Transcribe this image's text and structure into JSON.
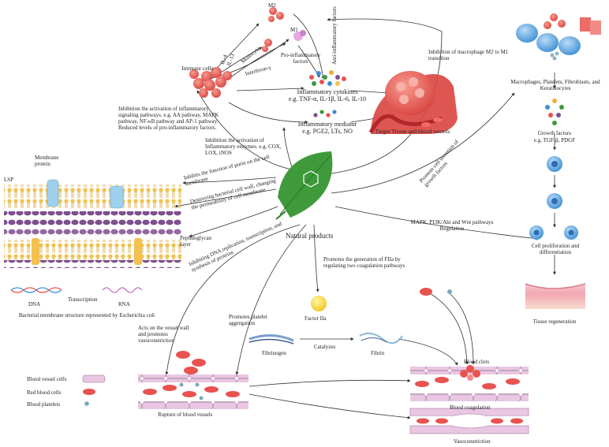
{
  "labels": {
    "m2": "M2",
    "m1": "M1",
    "il4": "IL-4",
    "il13": "IL-13",
    "monocyte": "Monocyte",
    "interferon": "Interferon-γ",
    "pro_inflammatory_factors": "Pro-inflammatory factors",
    "anti_inflammatory_factors": "Anti-inflammatory factors",
    "immune_cells": "Immune cells",
    "inflammatory_cytokines": "Inflammatory cytokines",
    "cytokines_eg": "e.g. TNF-α, IL-1β, IL-6, IL-10",
    "inflammatory_mediator": "Inflammatory mediator",
    "mediator_eg": "e.g. PGE2, LTs, NO",
    "target_tissue": "Target Tissue and blood vessels",
    "inhibition_m2_m1": "Inhibition of macrophage M2 to M1 transition",
    "inhibition_signaling": "Inhibition the activation of inflammatory signaling pathways. e.g. AA pathway, MAPK pathway, NF-κB pathway and AP-1 pathway. Reduced levels of pro-inflammatory factors.",
    "inhibition_enzymes": "Inhibition the activation of Inflammatory enzymes. e.g. COX, LOX, iNOS",
    "macrophages_list": "Macrophages, Platelets, Fibroblasts, and Keratinocytes",
    "growth_factors": "Growth factors",
    "growth_eg": "e.g. TGF-β, PDGF",
    "promote_secretion": "Promote cell secretion of growth factors",
    "mapk_regulation": "MAPK, PI3K/Akt and Wnt pathways Regulation",
    "cell_proliferation": "Cell proliferation and differentiation",
    "tissue_regeneration": "Tissue regeneration",
    "lsp": "LSP",
    "membrane_protein": "Membrane protein",
    "inhibits_porin": "Inhibits the function of porin on the cell membrane",
    "destroying_wall": "Destroying bacterial cell wall, changing the permeability of cell membrane",
    "peptidoglycan": "Peptidoglycan layer",
    "inhibiting_dna": "Inhibiting DNA replication, transcription, and synthesis of proteins",
    "natural_products": "Natural products",
    "dna": "DNA",
    "transcription": "Transcription",
    "rna": "RNA",
    "bacterial_caption": "Bacterial membrane structure represented by Escherichia coli",
    "promotes_fiia": "Promotes the generation of FIIa by regulating two coagulation pathways",
    "factor_iia": "Factor IIa",
    "promotes_platelet": "Promotes platelet aggregation",
    "acts_vessel": "Acts on the vessel wall and promotes vasoconstriction",
    "catalyzes": "Catalyzes",
    "fibrinogen": "Fibrinogen",
    "fibrin": "Fibrin",
    "blood_clots": "Blood clots",
    "blood_coagulation": "Blood coagulation",
    "rupture": "Rupture of blood vessels",
    "vasoconstriction": "Vasoconstriction",
    "legend_vessel": "Blood vessel cells",
    "legend_rbc": "Red blood cells",
    "legend_platelets": "Blood platelets"
  },
  "colors": {
    "cell_red": "#e8524f",
    "vessel_pink": "#e9c7e3",
    "membrane_purple": "#7e4f8f",
    "lipid_yellow": "#f2c14e",
    "leaf_green": "#3e9a3a",
    "stem_blue": "#3d8fd4",
    "platelet_teal": "#7aa9b7",
    "arrow": "#333333"
  }
}
